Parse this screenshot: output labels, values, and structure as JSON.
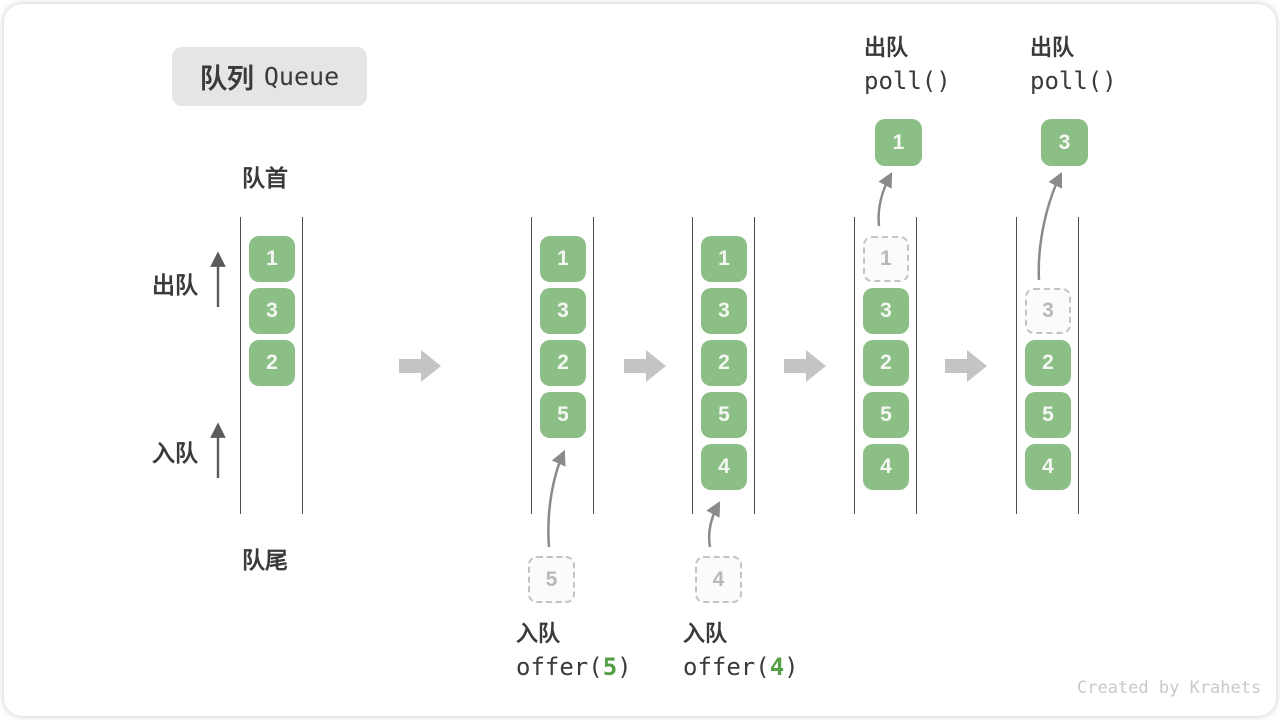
{
  "title": {
    "zh": "队列",
    "en": "Queue"
  },
  "side_labels": {
    "front": "队首",
    "rear": "队尾",
    "dequeue": "出队",
    "enqueue": "入队"
  },
  "queues": [
    {
      "name": "state-initial",
      "slots": [
        {
          "row": 0,
          "value": "1",
          "type": "solid"
        },
        {
          "row": 1,
          "value": "3",
          "type": "solid"
        },
        {
          "row": 2,
          "value": "2",
          "type": "solid"
        }
      ]
    },
    {
      "name": "state-after-offer-5",
      "slots": [
        {
          "row": 0,
          "value": "1",
          "type": "solid"
        },
        {
          "row": 1,
          "value": "3",
          "type": "solid"
        },
        {
          "row": 2,
          "value": "2",
          "type": "solid"
        },
        {
          "row": 3,
          "value": "5",
          "type": "solid"
        }
      ]
    },
    {
      "name": "state-after-offer-4",
      "slots": [
        {
          "row": 0,
          "value": "1",
          "type": "solid"
        },
        {
          "row": 1,
          "value": "3",
          "type": "solid"
        },
        {
          "row": 2,
          "value": "2",
          "type": "solid"
        },
        {
          "row": 3,
          "value": "5",
          "type": "solid"
        },
        {
          "row": 4,
          "value": "4",
          "type": "solid"
        }
      ]
    },
    {
      "name": "state-after-poll-1",
      "slots": [
        {
          "row": 0,
          "value": "1",
          "type": "dashed"
        },
        {
          "row": 1,
          "value": "3",
          "type": "solid"
        },
        {
          "row": 2,
          "value": "2",
          "type": "solid"
        },
        {
          "row": 3,
          "value": "5",
          "type": "solid"
        },
        {
          "row": 4,
          "value": "4",
          "type": "solid"
        }
      ]
    },
    {
      "name": "state-after-poll-3",
      "slots": [
        {
          "row": 1,
          "value": "3",
          "type": "dashed"
        },
        {
          "row": 2,
          "value": "2",
          "type": "solid"
        },
        {
          "row": 3,
          "value": "5",
          "type": "solid"
        },
        {
          "row": 4,
          "value": "4",
          "type": "solid"
        }
      ]
    }
  ],
  "operations": {
    "enqueue5": {
      "label": "入队",
      "code_pre": "offer(",
      "operand": "5",
      "code_post": ")"
    },
    "enqueue4": {
      "label": "入队",
      "code_pre": "offer(",
      "operand": "4",
      "code_post": ")"
    },
    "poll1": {
      "label": "出队",
      "code": "poll()",
      "result": "1"
    },
    "poll2": {
      "label": "出队",
      "code": "poll()",
      "result": "3"
    }
  },
  "watermark": "Created by Krahets",
  "colors": {
    "box_green": "#8cbf86",
    "code_green": "#55a046",
    "block_arrow_gray": "#c4c4c4",
    "rail_dark": "#4d4d4d",
    "curve_arrow_gray": "#8a8a8a",
    "text_dark": "#3a3a3a",
    "dashed_border": "#c3c3c3",
    "dashed_text": "#b8b8b8",
    "badge_bg": "#e5e5e5",
    "watermark_gray": "#c9c9c9"
  }
}
